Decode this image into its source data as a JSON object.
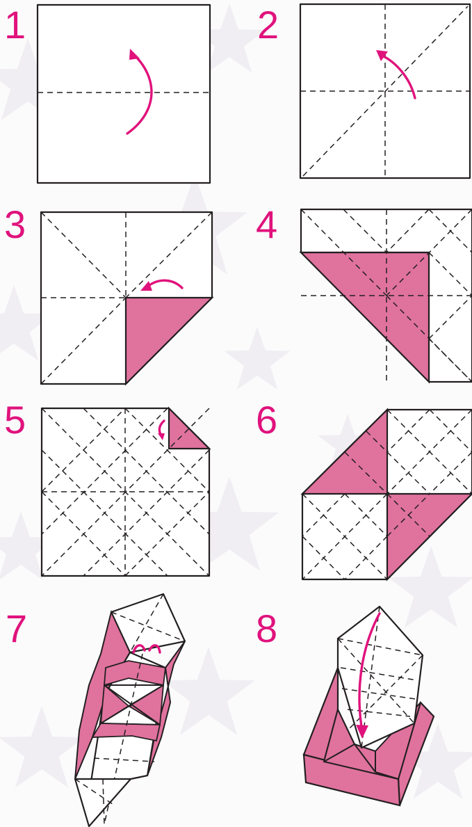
{
  "colors": {
    "accent": "#e0127c",
    "paper_colored": "#e0729e",
    "line": "#231f20",
    "background": "#fbfbfc",
    "background_star": "#f0eef2"
  },
  "steps": [
    {
      "number": "1",
      "icon": "fold-up-arrow-icon"
    },
    {
      "number": "2",
      "icon": "fold-diagonal-arrow-icon"
    },
    {
      "number": "3",
      "icon": "fold-corner-arrow-icon"
    },
    {
      "number": "4",
      "icon": ""
    },
    {
      "number": "5",
      "icon": "fold-corner-arrow-icon"
    },
    {
      "number": "6",
      "icon": ""
    },
    {
      "number": "7",
      "icon": "fold-tabs-arrow-icon"
    },
    {
      "number": "8",
      "icon": "fold-down-arrow-icon"
    }
  ]
}
